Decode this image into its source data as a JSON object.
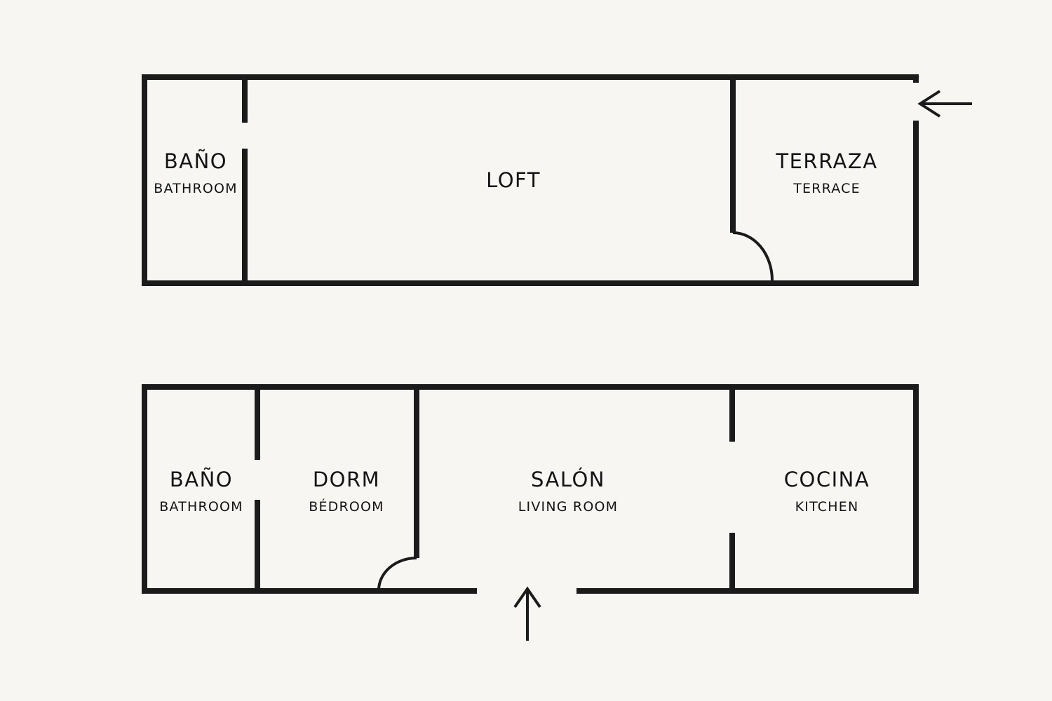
{
  "colors": {
    "background": "#f8f6f2",
    "ink": "#1b1b1b"
  },
  "icons": {
    "entrance_arrow": "arrow-icon"
  },
  "upper_floor": {
    "bathroom": {
      "name_es": "BAÑO",
      "name_en": "BATHROOM"
    },
    "loft": {
      "name": "LOFT"
    },
    "terrace": {
      "name_es": "TERRAZA",
      "name_en": "TERRACE"
    }
  },
  "lower_floor": {
    "bathroom": {
      "name_es": "BAÑO",
      "name_en": "BATHROOM"
    },
    "bedroom": {
      "name_es": "DORM",
      "name_en": "BÉDROOM"
    },
    "living_room": {
      "name_es": "SALÓN",
      "name_en": "LIVING ROOM"
    },
    "kitchen": {
      "name_es": "COCINA",
      "name_en": "KITCHEN"
    }
  }
}
